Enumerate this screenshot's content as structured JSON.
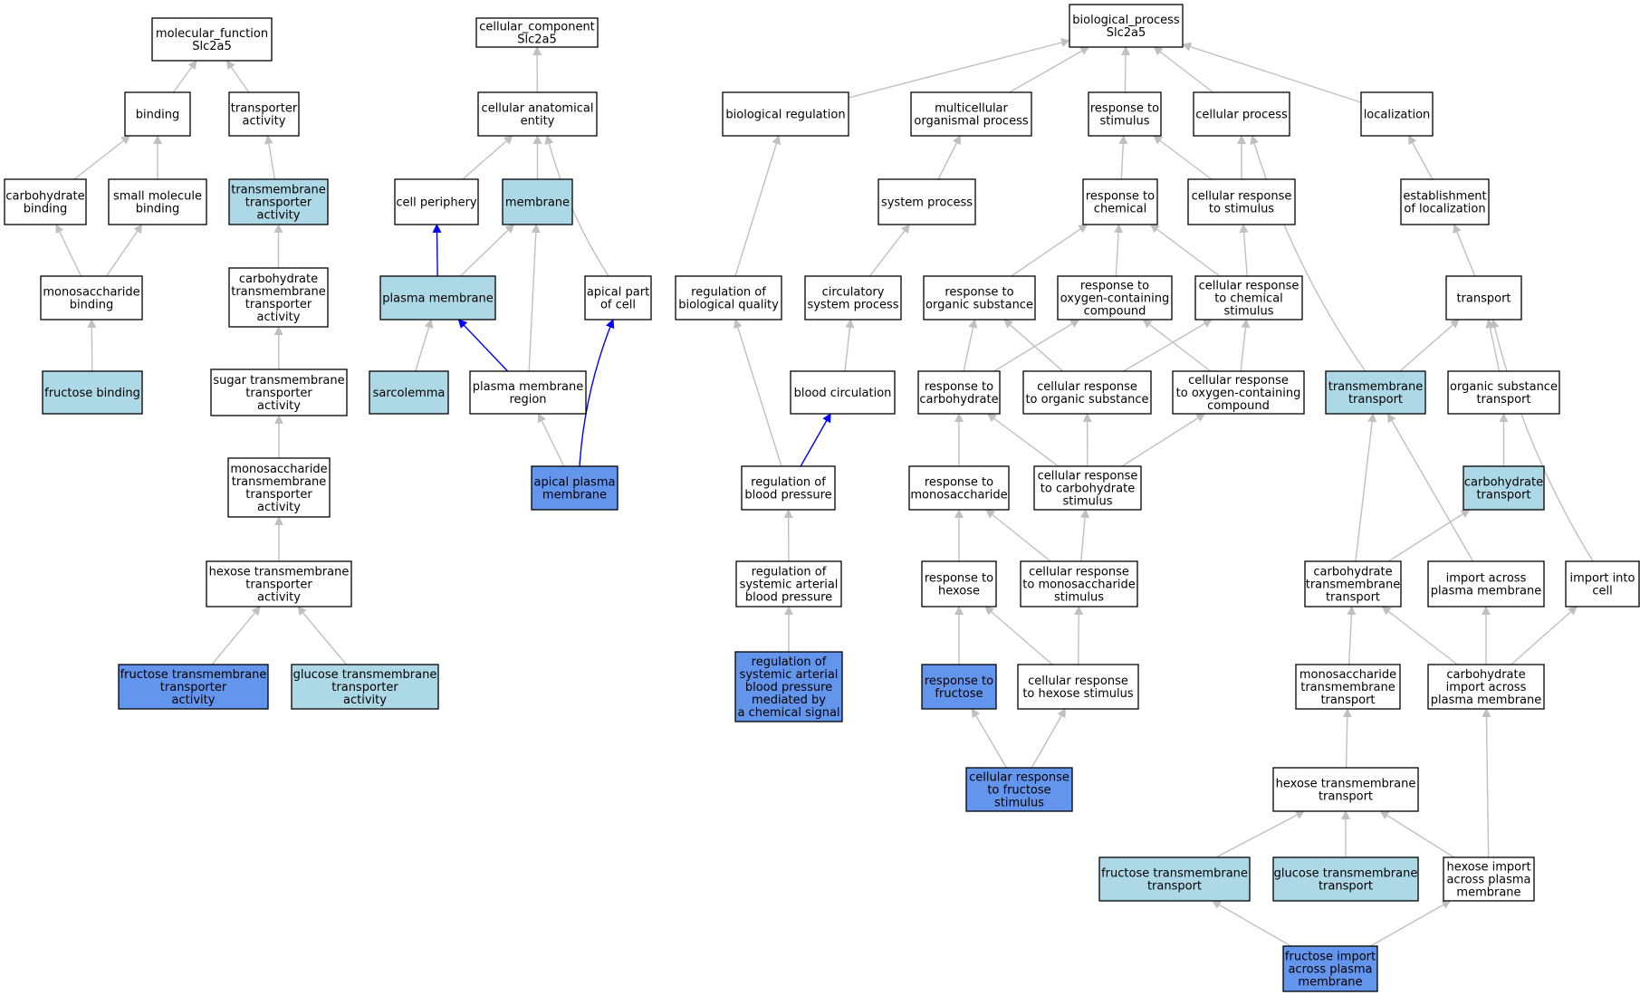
{
  "colors": {
    "default_fill": "#ffffff",
    "light_fill": "#add8e6",
    "dark_fill": "#6495ed",
    "edge_grey": "#c0c0c0",
    "edge_blue": "#0000ff"
  },
  "nodes": {
    "mf": {
      "lines": [
        "molecular_function",
        "Slc2a5"
      ],
      "fill": "default"
    },
    "binding": {
      "lines": [
        "binding"
      ],
      "fill": "default"
    },
    "transporter_act": {
      "lines": [
        "transporter",
        "activity"
      ],
      "fill": "default"
    },
    "carb_binding": {
      "lines": [
        "carbohydrate",
        "binding"
      ],
      "fill": "default"
    },
    "small_mol_binding": {
      "lines": [
        "small molecule",
        "binding"
      ],
      "fill": "default"
    },
    "tm_transporter_act": {
      "lines": [
        "transmembrane",
        "transporter",
        "activity"
      ],
      "fill": "light"
    },
    "mono_binding": {
      "lines": [
        "monosaccharide",
        "binding"
      ],
      "fill": "default"
    },
    "carb_tm_act": {
      "lines": [
        "carbohydrate",
        "transmembrane",
        "transporter",
        "activity"
      ],
      "fill": "default"
    },
    "fructose_binding": {
      "lines": [
        "fructose binding"
      ],
      "fill": "light"
    },
    "sugar_tm_act": {
      "lines": [
        "sugar transmembrane",
        "transporter",
        "activity"
      ],
      "fill": "default"
    },
    "mono_tm_act": {
      "lines": [
        "monosaccharide",
        "transmembrane",
        "transporter",
        "activity"
      ],
      "fill": "default"
    },
    "hexose_tm_act": {
      "lines": [
        "hexose transmembrane",
        "transporter",
        "activity"
      ],
      "fill": "default"
    },
    "fructose_tm_act": {
      "lines": [
        "fructose transmembrane",
        "transporter",
        "activity"
      ],
      "fill": "dark"
    },
    "glucose_tm_act": {
      "lines": [
        "glucose transmembrane",
        "transporter",
        "activity"
      ],
      "fill": "light"
    },
    "cc": {
      "lines": [
        "cellular_component",
        "Slc2a5"
      ],
      "fill": "default"
    },
    "cell_anat": {
      "lines": [
        "cellular anatomical",
        "entity"
      ],
      "fill": "default"
    },
    "cell_periphery": {
      "lines": [
        "cell periphery"
      ],
      "fill": "default"
    },
    "membrane": {
      "lines": [
        "membrane"
      ],
      "fill": "light"
    },
    "plasma_membrane": {
      "lines": [
        "plasma membrane"
      ],
      "fill": "light"
    },
    "apical_part": {
      "lines": [
        "apical part",
        "of cell"
      ],
      "fill": "default"
    },
    "sarcolemma": {
      "lines": [
        "sarcolemma"
      ],
      "fill": "light"
    },
    "pm_region": {
      "lines": [
        "plasma membrane",
        "region"
      ],
      "fill": "default"
    },
    "apical_pm": {
      "lines": [
        "apical plasma",
        "membrane"
      ],
      "fill": "dark"
    },
    "bp": {
      "lines": [
        "biological_process",
        "Slc2a5"
      ],
      "fill": "default"
    },
    "bio_reg": {
      "lines": [
        "biological regulation"
      ],
      "fill": "default"
    },
    "multicell": {
      "lines": [
        "multicellular",
        "organismal process"
      ],
      "fill": "default"
    },
    "resp_stim": {
      "lines": [
        "response to",
        "stimulus"
      ],
      "fill": "default"
    },
    "cell_process": {
      "lines": [
        "cellular process"
      ],
      "fill": "default"
    },
    "localization": {
      "lines": [
        "localization"
      ],
      "fill": "default"
    },
    "system_process": {
      "lines": [
        "system process"
      ],
      "fill": "default"
    },
    "resp_chem": {
      "lines": [
        "response to",
        "chemical"
      ],
      "fill": "default"
    },
    "cell_resp_stim": {
      "lines": [
        "cellular response",
        "to stimulus"
      ],
      "fill": "default"
    },
    "estab_loc": {
      "lines": [
        "establishment",
        "of localization"
      ],
      "fill": "default"
    },
    "reg_bio_quality": {
      "lines": [
        "regulation of",
        "biological quality"
      ],
      "fill": "default"
    },
    "circ_sys": {
      "lines": [
        "circulatory",
        "system process"
      ],
      "fill": "default"
    },
    "resp_org_sub": {
      "lines": [
        "response to",
        "organic substance"
      ],
      "fill": "default"
    },
    "resp_oxy": {
      "lines": [
        "response to",
        "oxygen-containing",
        "compound"
      ],
      "fill": "default"
    },
    "cell_resp_chem": {
      "lines": [
        "cellular response",
        "to chemical",
        "stimulus"
      ],
      "fill": "default"
    },
    "transport": {
      "lines": [
        "transport"
      ],
      "fill": "default"
    },
    "blood_circ": {
      "lines": [
        "blood circulation"
      ],
      "fill": "default"
    },
    "resp_carb": {
      "lines": [
        "response to",
        "carbohydrate"
      ],
      "fill": "default"
    },
    "cell_resp_org": {
      "lines": [
        "cellular response",
        "to organic substance"
      ],
      "fill": "default"
    },
    "cell_resp_oxy": {
      "lines": [
        "cellular response",
        "to oxygen-containing",
        "compound"
      ],
      "fill": "default"
    },
    "tm_transport": {
      "lines": [
        "transmembrane",
        "transport"
      ],
      "fill": "light"
    },
    "org_sub_transport": {
      "lines": [
        "organic substance",
        "transport"
      ],
      "fill": "default"
    },
    "reg_bp": {
      "lines": [
        "regulation of",
        "blood pressure"
      ],
      "fill": "default"
    },
    "resp_mono": {
      "lines": [
        "response to",
        "monosaccharide"
      ],
      "fill": "default"
    },
    "cell_resp_carb": {
      "lines": [
        "cellular response",
        "to carbohydrate",
        "stimulus"
      ],
      "fill": "default"
    },
    "carb_transport": {
      "lines": [
        "carbohydrate",
        "transport"
      ],
      "fill": "light"
    },
    "reg_sys_art": {
      "lines": [
        "regulation of",
        "systemic arterial",
        "blood pressure"
      ],
      "fill": "default"
    },
    "resp_hexose": {
      "lines": [
        "response to",
        "hexose"
      ],
      "fill": "default"
    },
    "cell_resp_mono": {
      "lines": [
        "cellular response",
        "to monosaccharide",
        "stimulus"
      ],
      "fill": "default"
    },
    "carb_tm_transport": {
      "lines": [
        "carbohydrate",
        "transmembrane",
        "transport"
      ],
      "fill": "default"
    },
    "import_pm": {
      "lines": [
        "import across",
        "plasma membrane"
      ],
      "fill": "default"
    },
    "import_cell": {
      "lines": [
        "import into",
        "cell"
      ],
      "fill": "default"
    },
    "reg_sys_art_chem": {
      "lines": [
        "regulation of",
        "systemic arterial",
        "blood pressure",
        "mediated by",
        "a chemical signal"
      ],
      "fill": "dark"
    },
    "resp_fructose": {
      "lines": [
        "response to",
        "fructose"
      ],
      "fill": "dark"
    },
    "cell_resp_hexose": {
      "lines": [
        "cellular response",
        "to hexose stimulus"
      ],
      "fill": "default"
    },
    "mono_tm_transport": {
      "lines": [
        "monosaccharide",
        "transmembrane",
        "transport"
      ],
      "fill": "default"
    },
    "carb_import_pm": {
      "lines": [
        "carbohydrate",
        "import across",
        "plasma membrane"
      ],
      "fill": "default"
    },
    "cell_resp_fructose": {
      "lines": [
        "cellular response",
        "to fructose",
        "stimulus"
      ],
      "fill": "dark"
    },
    "hexose_tm_transport": {
      "lines": [
        "hexose transmembrane",
        "transport"
      ],
      "fill": "default"
    },
    "fructose_tm_transport": {
      "lines": [
        "fructose transmembrane",
        "transport"
      ],
      "fill": "light"
    },
    "glucose_tm_transport": {
      "lines": [
        "glucose transmembrane",
        "transport"
      ],
      "fill": "light"
    },
    "hexose_import_pm": {
      "lines": [
        "hexose import",
        "across plasma",
        "membrane"
      ],
      "fill": "default"
    },
    "fructose_import_pm": {
      "lines": [
        "fructose import",
        "across plasma",
        "membrane"
      ],
      "fill": "dark"
    }
  },
  "edges": [
    {
      "from": "binding",
      "to": "mf",
      "color": "grey"
    },
    {
      "from": "transporter_act",
      "to": "mf",
      "color": "grey"
    },
    {
      "from": "carb_binding",
      "to": "binding",
      "color": "grey"
    },
    {
      "from": "small_mol_binding",
      "to": "binding",
      "color": "grey"
    },
    {
      "from": "tm_transporter_act",
      "to": "transporter_act",
      "color": "grey"
    },
    {
      "from": "mono_binding",
      "to": "carb_binding",
      "color": "grey"
    },
    {
      "from": "mono_binding",
      "to": "small_mol_binding",
      "color": "grey"
    },
    {
      "from": "carb_tm_act",
      "to": "tm_transporter_act",
      "color": "grey"
    },
    {
      "from": "fructose_binding",
      "to": "mono_binding",
      "color": "grey"
    },
    {
      "from": "sugar_tm_act",
      "to": "carb_tm_act",
      "color": "grey"
    },
    {
      "from": "mono_tm_act",
      "to": "sugar_tm_act",
      "color": "grey"
    },
    {
      "from": "hexose_tm_act",
      "to": "mono_tm_act",
      "color": "grey"
    },
    {
      "from": "fructose_tm_act",
      "to": "hexose_tm_act",
      "color": "grey"
    },
    {
      "from": "glucose_tm_act",
      "to": "hexose_tm_act",
      "color": "grey"
    },
    {
      "from": "cell_anat",
      "to": "cc",
      "color": "grey"
    },
    {
      "from": "cell_periphery",
      "to": "cell_anat",
      "color": "grey"
    },
    {
      "from": "membrane",
      "to": "cell_anat",
      "color": "grey"
    },
    {
      "from": "apical_part",
      "to": "cell_anat",
      "color": "grey",
      "curve": true
    },
    {
      "from": "plasma_membrane",
      "to": "cell_periphery",
      "color": "blue"
    },
    {
      "from": "plasma_membrane",
      "to": "membrane",
      "color": "grey"
    },
    {
      "from": "pm_region",
      "to": "membrane",
      "color": "grey"
    },
    {
      "from": "sarcolemma",
      "to": "plasma_membrane",
      "color": "grey"
    },
    {
      "from": "pm_region",
      "to": "plasma_membrane",
      "color": "blue"
    },
    {
      "from": "apical_pm",
      "to": "pm_region",
      "color": "grey"
    },
    {
      "from": "apical_pm",
      "to": "apical_part",
      "color": "blue",
      "curve": true
    },
    {
      "from": "bio_reg",
      "to": "bp",
      "color": "grey"
    },
    {
      "from": "multicell",
      "to": "bp",
      "color": "grey"
    },
    {
      "from": "resp_stim",
      "to": "bp",
      "color": "grey"
    },
    {
      "from": "cell_process",
      "to": "bp",
      "color": "grey"
    },
    {
      "from": "localization",
      "to": "bp",
      "color": "grey"
    },
    {
      "from": "system_process",
      "to": "multicell",
      "color": "grey"
    },
    {
      "from": "resp_chem",
      "to": "resp_stim",
      "color": "grey"
    },
    {
      "from": "cell_resp_stim",
      "to": "resp_stim",
      "color": "grey"
    },
    {
      "from": "cell_resp_stim",
      "to": "cell_process",
      "color": "grey"
    },
    {
      "from": "estab_loc",
      "to": "localization",
      "color": "grey"
    },
    {
      "from": "reg_bio_quality",
      "to": "bio_reg",
      "color": "grey"
    },
    {
      "from": "circ_sys",
      "to": "system_process",
      "color": "grey"
    },
    {
      "from": "resp_org_sub",
      "to": "resp_chem",
      "color": "grey"
    },
    {
      "from": "resp_oxy",
      "to": "resp_chem",
      "color": "grey"
    },
    {
      "from": "cell_resp_chem",
      "to": "resp_chem",
      "color": "grey"
    },
    {
      "from": "cell_resp_chem",
      "to": "cell_resp_stim",
      "color": "grey"
    },
    {
      "from": "transport",
      "to": "estab_loc",
      "color": "grey"
    },
    {
      "from": "blood_circ",
      "to": "circ_sys",
      "color": "grey"
    },
    {
      "from": "resp_carb",
      "to": "resp_org_sub",
      "color": "grey"
    },
    {
      "from": "resp_carb",
      "to": "resp_oxy",
      "color": "grey"
    },
    {
      "from": "cell_resp_org",
      "to": "resp_org_sub",
      "color": "grey"
    },
    {
      "from": "cell_resp_org",
      "to": "cell_resp_chem",
      "color": "grey"
    },
    {
      "from": "cell_resp_oxy",
      "to": "resp_oxy",
      "color": "grey"
    },
    {
      "from": "cell_resp_oxy",
      "to": "cell_resp_chem",
      "color": "grey"
    },
    {
      "from": "tm_transport",
      "to": "transport",
      "color": "grey"
    },
    {
      "from": "tm_transport",
      "to": "cell_process",
      "color": "grey",
      "curve": true
    },
    {
      "from": "org_sub_transport",
      "to": "transport",
      "color": "grey"
    },
    {
      "from": "reg_bp",
      "to": "reg_bio_quality",
      "color": "grey"
    },
    {
      "from": "reg_bp",
      "to": "blood_circ",
      "color": "blue"
    },
    {
      "from": "resp_mono",
      "to": "resp_carb",
      "color": "grey"
    },
    {
      "from": "cell_resp_carb",
      "to": "resp_carb",
      "color": "grey"
    },
    {
      "from": "cell_resp_carb",
      "to": "cell_resp_org",
      "color": "grey"
    },
    {
      "from": "cell_resp_carb",
      "to": "cell_resp_oxy",
      "color": "grey"
    },
    {
      "from": "carb_transport",
      "to": "org_sub_transport",
      "color": "grey"
    },
    {
      "from": "reg_sys_art",
      "to": "reg_bp",
      "color": "grey"
    },
    {
      "from": "resp_hexose",
      "to": "resp_mono",
      "color": "grey"
    },
    {
      "from": "cell_resp_mono",
      "to": "resp_mono",
      "color": "grey"
    },
    {
      "from": "cell_resp_mono",
      "to": "cell_resp_carb",
      "color": "grey"
    },
    {
      "from": "carb_tm_transport",
      "to": "tm_transport",
      "color": "grey"
    },
    {
      "from": "carb_tm_transport",
      "to": "carb_transport",
      "color": "grey"
    },
    {
      "from": "import_pm",
      "to": "tm_transport",
      "color": "grey"
    },
    {
      "from": "import_cell",
      "to": "transport",
      "color": "grey",
      "curve": true
    },
    {
      "from": "reg_sys_art_chem",
      "to": "reg_sys_art",
      "color": "grey"
    },
    {
      "from": "resp_fructose",
      "to": "resp_hexose",
      "color": "grey"
    },
    {
      "from": "cell_resp_hexose",
      "to": "resp_hexose",
      "color": "grey"
    },
    {
      "from": "cell_resp_hexose",
      "to": "cell_resp_mono",
      "color": "grey"
    },
    {
      "from": "mono_tm_transport",
      "to": "carb_tm_transport",
      "color": "grey"
    },
    {
      "from": "carb_import_pm",
      "to": "carb_tm_transport",
      "color": "grey"
    },
    {
      "from": "carb_import_pm",
      "to": "import_pm",
      "color": "grey"
    },
    {
      "from": "carb_import_pm",
      "to": "import_cell",
      "color": "grey"
    },
    {
      "from": "cell_resp_fructose",
      "to": "resp_fructose",
      "color": "grey"
    },
    {
      "from": "cell_resp_fructose",
      "to": "cell_resp_hexose",
      "color": "grey"
    },
    {
      "from": "hexose_tm_transport",
      "to": "mono_tm_transport",
      "color": "grey"
    },
    {
      "from": "fructose_tm_transport",
      "to": "hexose_tm_transport",
      "color": "grey"
    },
    {
      "from": "glucose_tm_transport",
      "to": "hexose_tm_transport",
      "color": "grey"
    },
    {
      "from": "hexose_import_pm",
      "to": "hexose_tm_transport",
      "color": "grey"
    },
    {
      "from": "hexose_import_pm",
      "to": "carb_import_pm",
      "color": "grey"
    },
    {
      "from": "fructose_import_pm",
      "to": "fructose_tm_transport",
      "color": "grey"
    },
    {
      "from": "fructose_import_pm",
      "to": "hexose_import_pm",
      "color": "grey"
    }
  ]
}
